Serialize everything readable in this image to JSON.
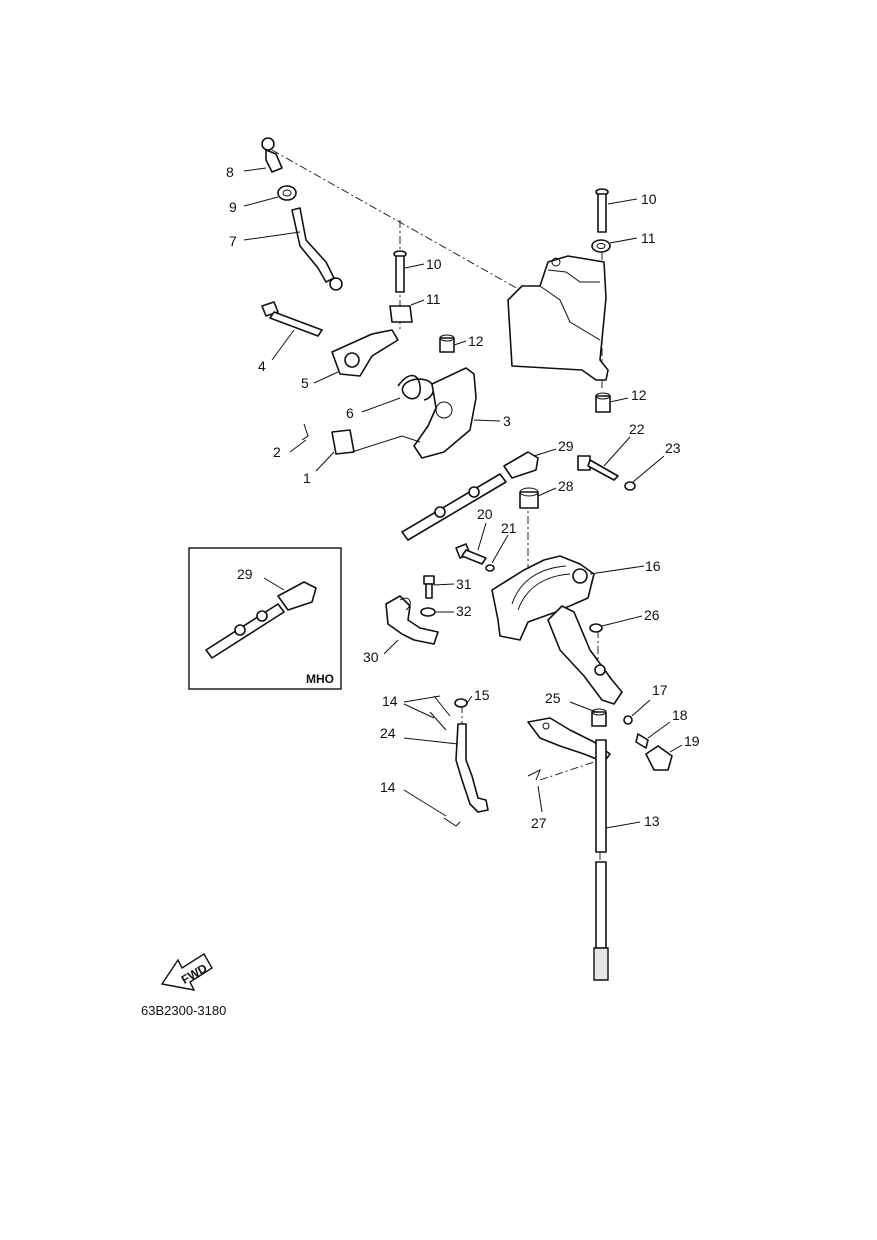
{
  "callouts": {
    "c1": "1",
    "c2": "2",
    "c3": "3",
    "c4": "4",
    "c5": "5",
    "c6": "6",
    "c7": "7",
    "c8": "8",
    "c9": "9",
    "c10a": "10",
    "c10b": "10",
    "c11a": "11",
    "c11b": "11",
    "c12a": "12",
    "c12b": "12",
    "c13": "13",
    "c14a": "14",
    "c14b": "14",
    "c15": "15",
    "c16": "16",
    "c17": "17",
    "c18": "18",
    "c19": "19",
    "c20": "20",
    "c21": "21",
    "c22": "22",
    "c23": "23",
    "c24": "24",
    "c25": "25",
    "c26": "26",
    "c27": "27",
    "c28": "28",
    "c29": "29",
    "c30": "30",
    "c31": "31",
    "c32": "32"
  },
  "inset": {
    "callout": "29",
    "label": "MHO"
  },
  "direction_badge": "FWD",
  "drawing_code": "63B2300-3180"
}
